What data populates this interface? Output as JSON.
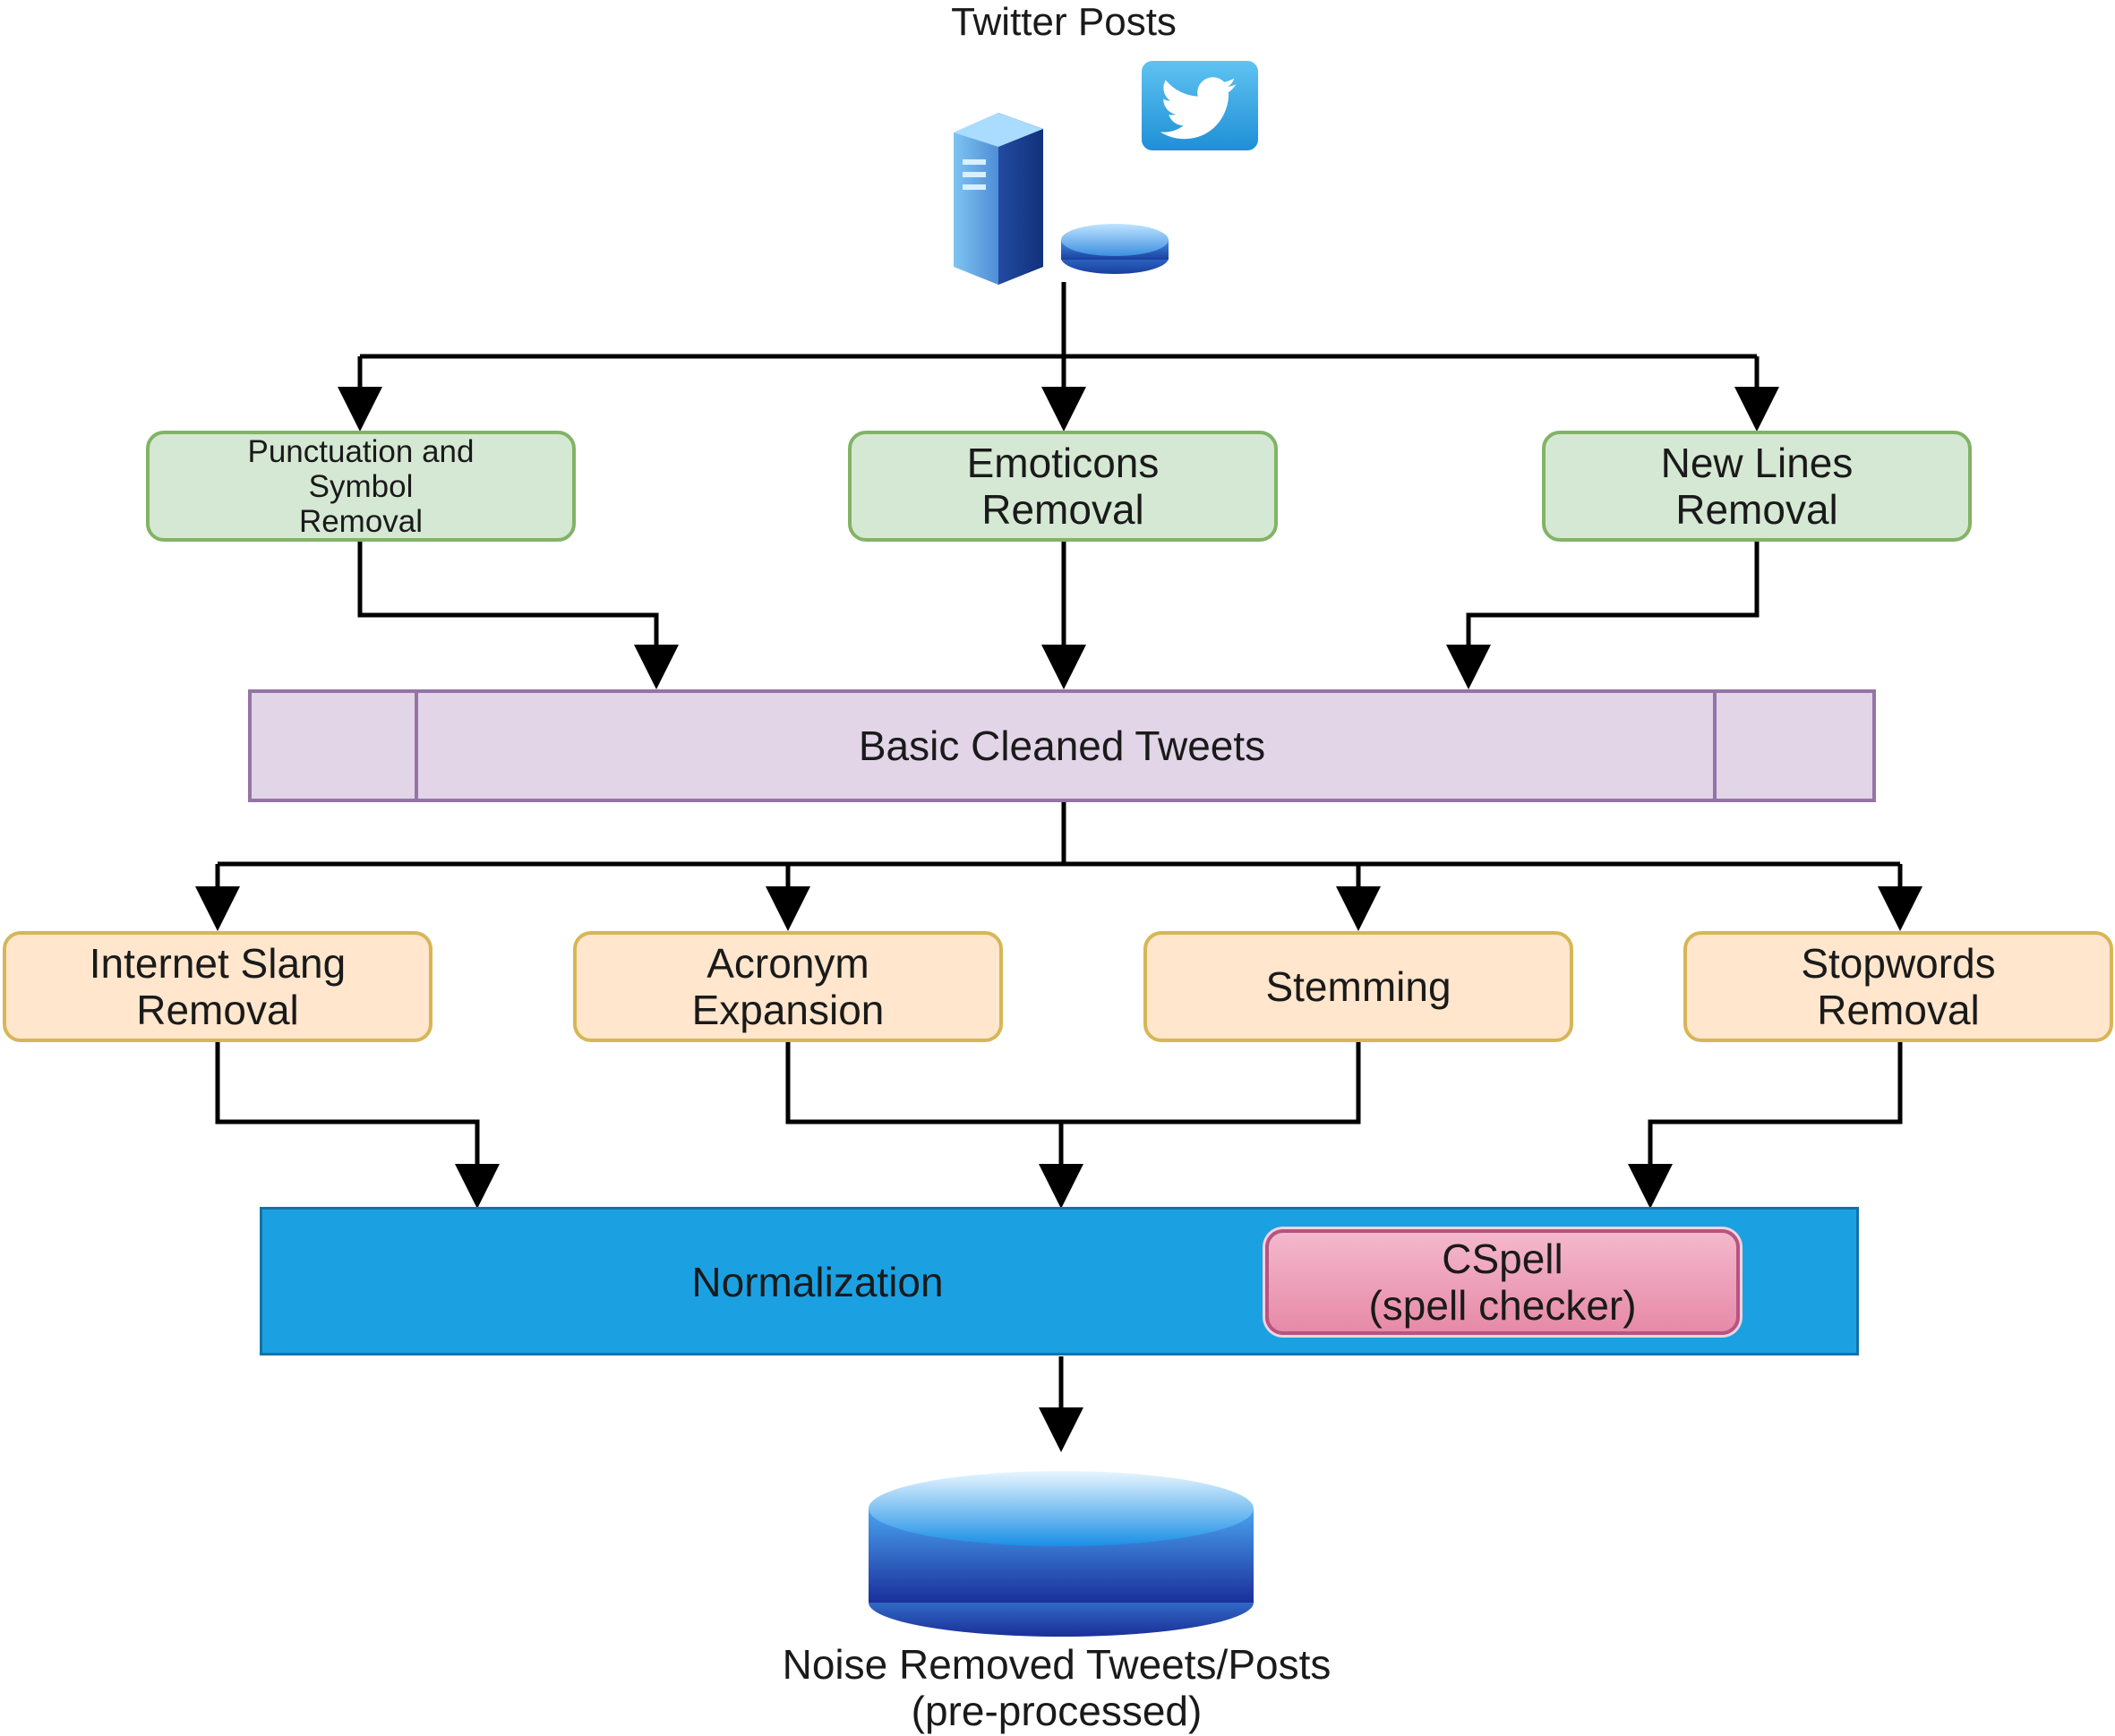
{
  "source": {
    "title": "Twitter Posts"
  },
  "steps_basic": [
    {
      "id": "punct",
      "lines": [
        "Punctuation and",
        "Symbol",
        "Removal"
      ]
    },
    {
      "id": "emoticons",
      "lines": [
        "Emoticons",
        "Removal"
      ]
    },
    {
      "id": "newlines",
      "lines": [
        "New Lines",
        "Removal"
      ]
    }
  ],
  "basic_cleaned": {
    "label": "Basic Cleaned Tweets"
  },
  "steps_advanced": [
    {
      "id": "slang",
      "lines": [
        "Internet Slang",
        "Removal"
      ]
    },
    {
      "id": "acronym",
      "lines": [
        "Acronym",
        "Expansion"
      ]
    },
    {
      "id": "stemming",
      "lines": [
        "Stemming"
      ]
    },
    {
      "id": "stopwords",
      "lines": [
        "Stopwords",
        "Removal"
      ]
    }
  ],
  "normalization": {
    "label": "Normalization",
    "cspell": [
      "CSpell",
      "(spell checker)"
    ]
  },
  "output": {
    "lines": [
      "Noise Removed Tweets/Posts",
      "(pre-processed)"
    ]
  },
  "colors": {
    "green_fill": "#d5e8d4",
    "green_border": "#82b366",
    "orange_fill": "#ffe6cc",
    "orange_border": "#d6b656",
    "purple_fill": "#e1d5e7",
    "purple_border": "#9673a6",
    "blue_fill": "#1ba1e2",
    "pink_fill": "#f0a8c0"
  },
  "icons": [
    "server-icon",
    "twitter-bird-icon",
    "database-icon"
  ]
}
